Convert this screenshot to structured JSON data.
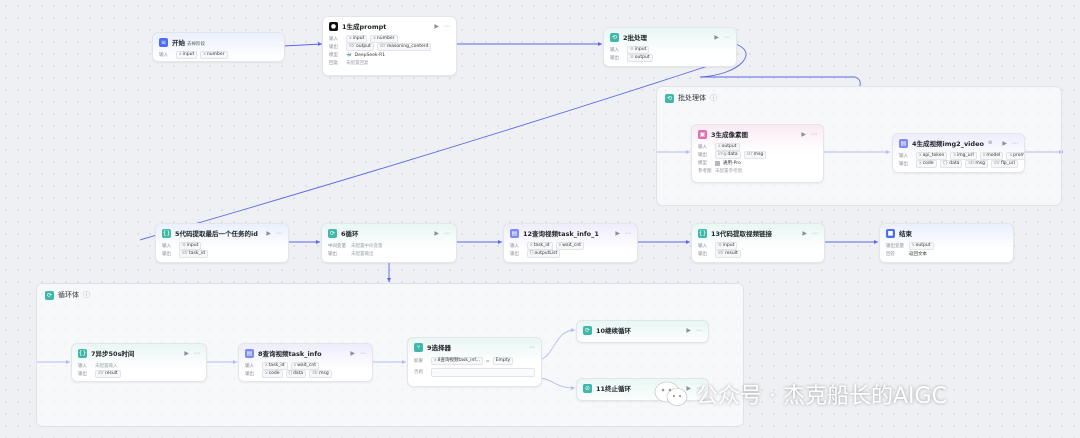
{
  "colors": {
    "accent": "#4a55e0",
    "teal": "#3fb8a8",
    "blue": "#5b7cf0",
    "pink": "#e26cb0",
    "purple": "#8e79f0",
    "start": "#4b6ef5"
  },
  "labels": {
    "input": "输入",
    "output": "输出",
    "model": "模型",
    "reference": "参考图",
    "variable": "中间变量",
    "condition": "如果",
    "else": "否则",
    "output_var": "输出变量",
    "answer": "回答"
  },
  "nodes": {
    "start": {
      "title": "开始",
      "subtitle": "去掉阶段",
      "input_name": "input",
      "input_type": "number"
    },
    "n1": {
      "title": "1生成prompt",
      "in1": "input",
      "in2": "number",
      "out1": "output",
      "out2": "reasoning_content",
      "model": "DeepSeek-R1",
      "note": "未配置回复"
    },
    "n2": {
      "title": "2批处理",
      "in1": "input",
      "out1": "output"
    },
    "n3": {
      "title": "3生成像素图",
      "in1": "output",
      "out1": "data",
      "out2": "msg",
      "model": "通用-Pro",
      "note": "未配置参考图"
    },
    "n4": {
      "title": "4生成视频img2_video",
      "in1": "api_token",
      "in2": "img_url",
      "in3": "model",
      "in4": "prompt",
      "out1": "code",
      "out2": "data",
      "out3": "msg",
      "out4": "flp_url"
    },
    "n5": {
      "title": "5代码提取最后一个任务的id",
      "in1": "input",
      "out1": "task_id"
    },
    "n6": {
      "title": "6循环",
      "row1": "未配置中间变量",
      "row2": "未配置输出"
    },
    "n12": {
      "title": "12查询视频task_info_1",
      "in1": "task_id",
      "in2": "wait_cnt",
      "out1": "outputList"
    },
    "n13": {
      "title": "13代码提取视频链接",
      "in1": "input",
      "out1": "result"
    },
    "end": {
      "title": "结束",
      "out1": "output",
      "answer_text": "返回文本"
    },
    "n7": {
      "title": "7异步50s时间",
      "in_note": "未配置输入",
      "out1": "result"
    },
    "n8": {
      "title": "8查询视频task_info",
      "in1": "task_id",
      "in2": "wait_cnt",
      "out1": "code",
      "out2": "data",
      "out3": "msg"
    },
    "n9": {
      "title": "9选择器",
      "cond_field": "8查询视频task_inf...",
      "cond_op": "=",
      "cond_value": "Empty"
    },
    "n10": {
      "title": "10继续循环"
    },
    "n11": {
      "title": "11终止循环"
    }
  },
  "groups": {
    "batch": "批处理体",
    "loop": "循环体"
  },
  "watermark": {
    "text": "公众号 · 杰克船长的AIGC"
  }
}
